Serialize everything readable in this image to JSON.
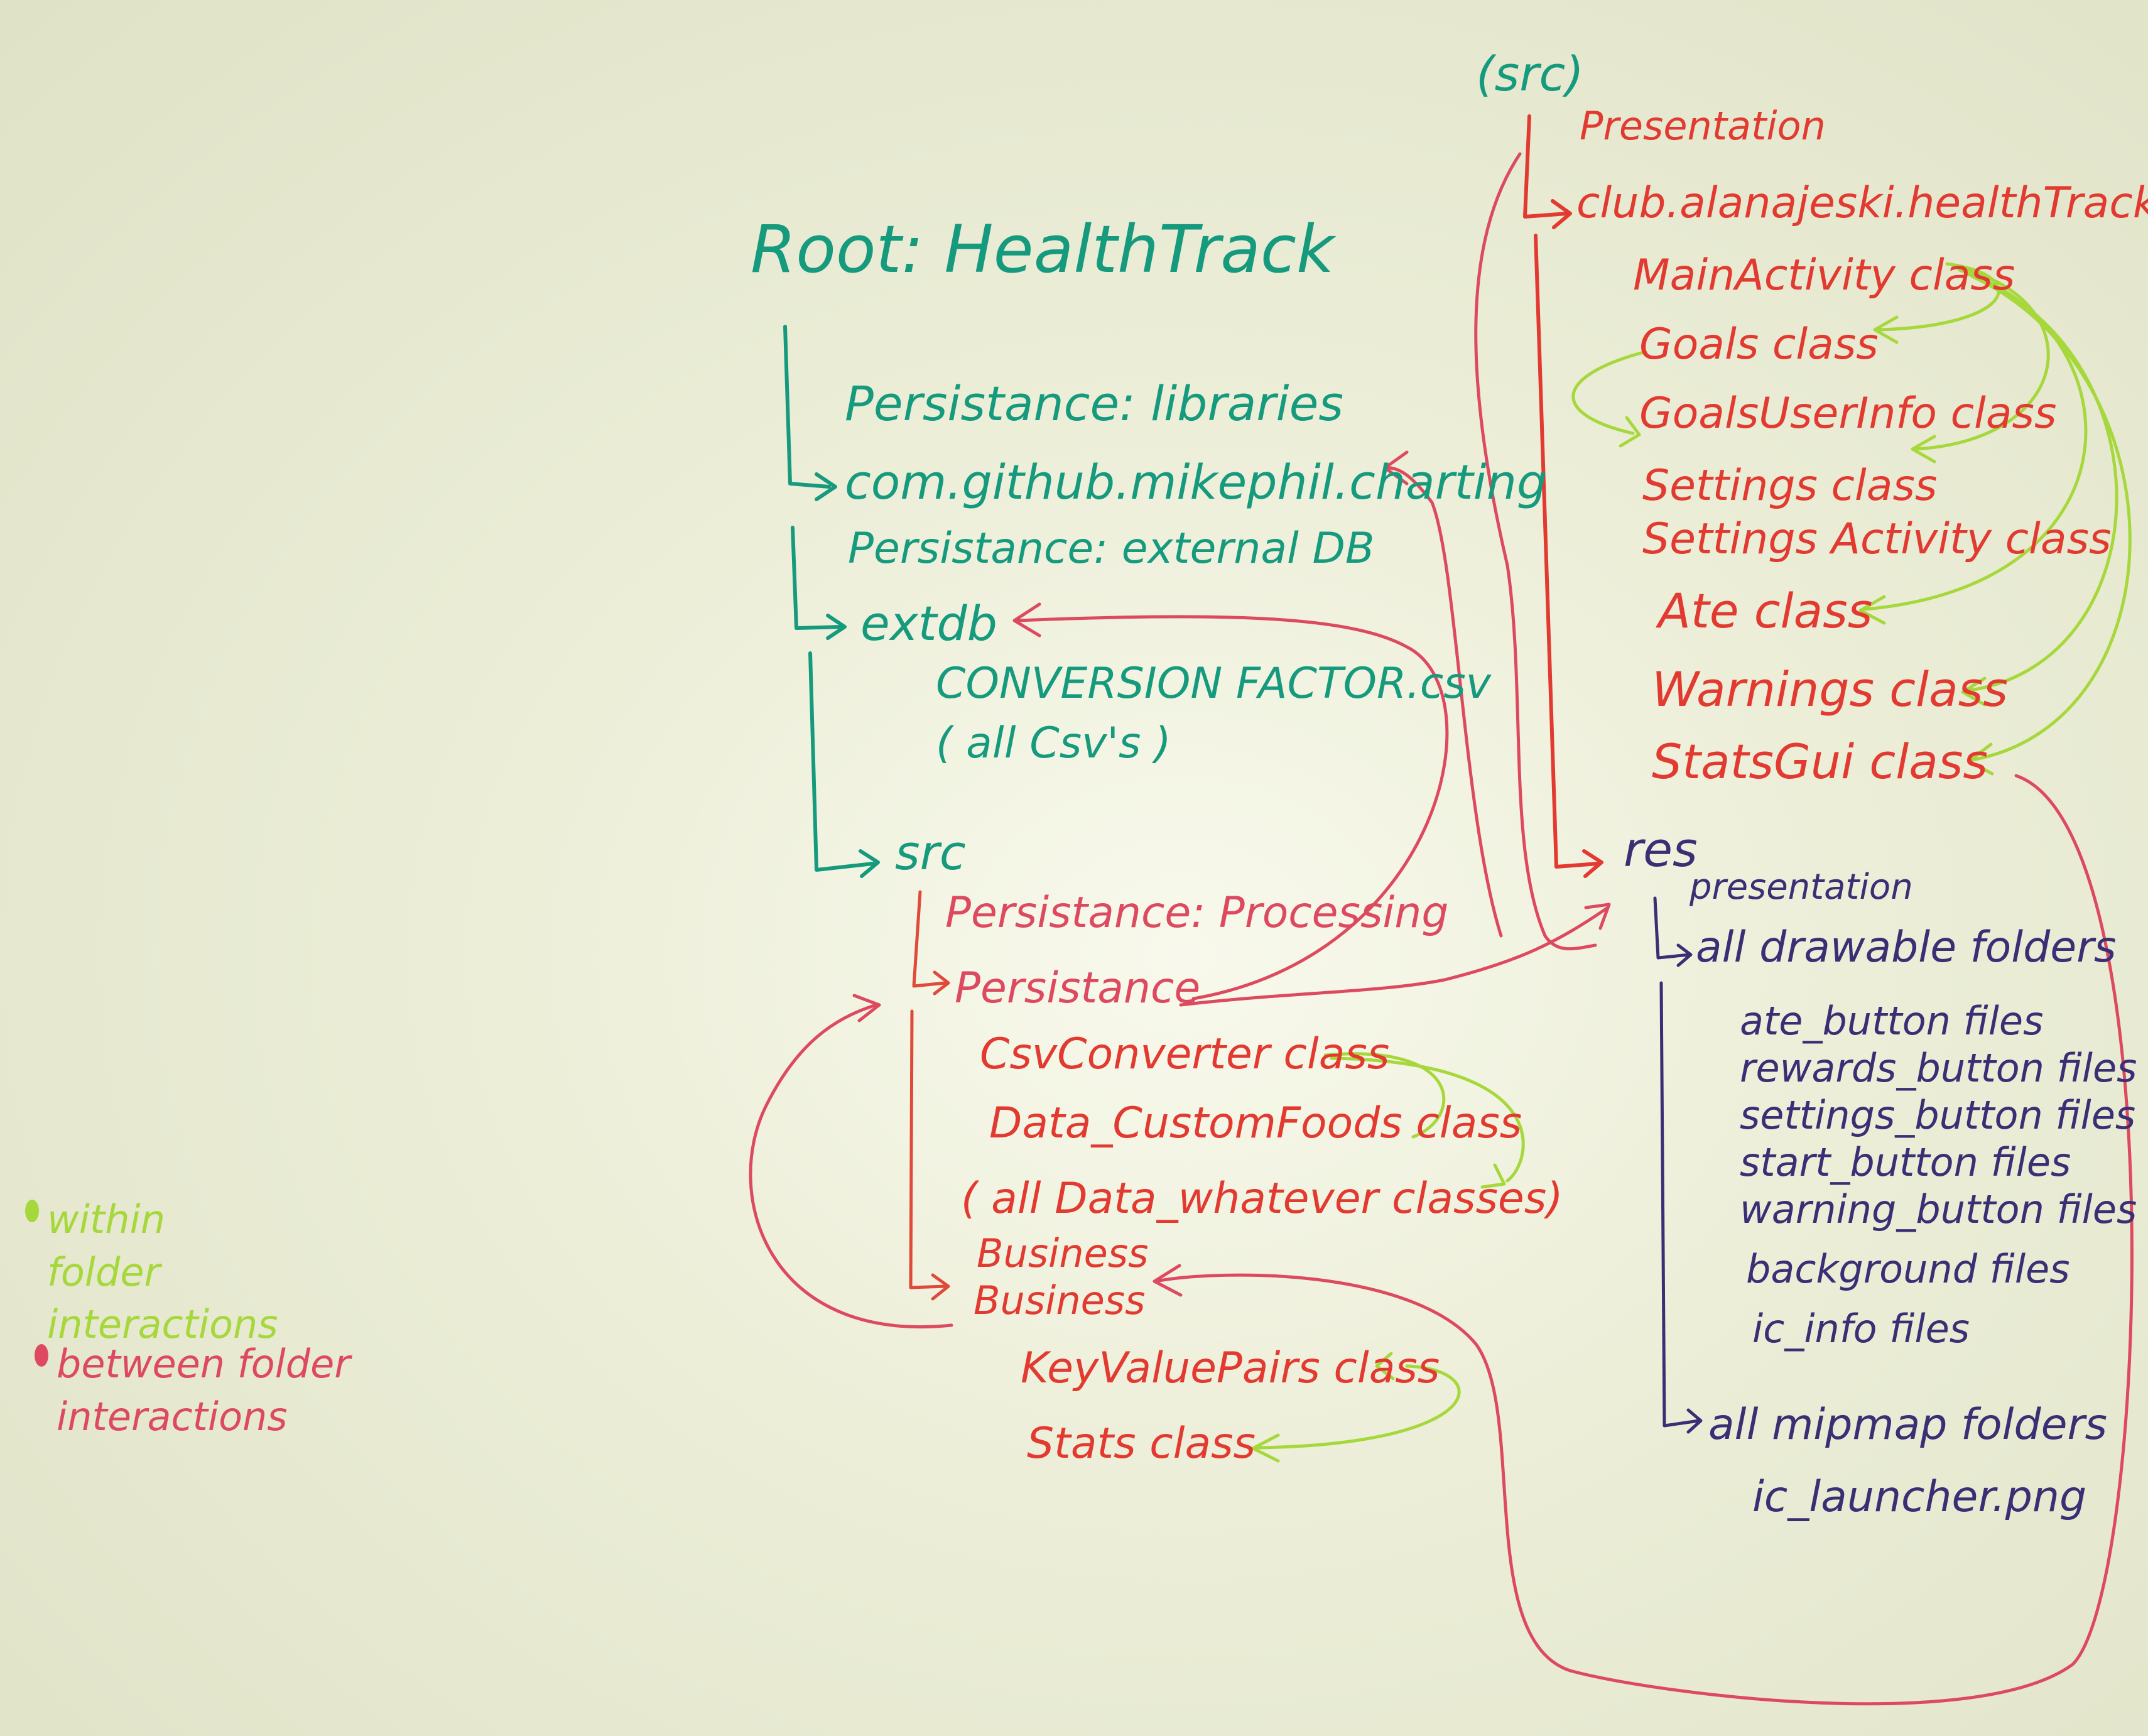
{
  "colors": {
    "teal": "#169a7e",
    "red": "#e23a30",
    "pink": "#dd4a60",
    "navy": "#3a2f74",
    "lime": "#a6d83c"
  },
  "left_tree": {
    "root": "Root: HealthTrack",
    "persistence_libraries": "Persistance: libraries",
    "charting_package": "com.github.mikephil.charting",
    "persistence_external": "Persistance: external DB",
    "extdb": "extdb",
    "csv_file": "CONVERSION FACTOR.csv",
    "csv_note": "( all Csv's )",
    "src": "src",
    "persistence_processing": "Persistance: Processing",
    "persistence_package": "Persistance",
    "classes": [
      "CsvConverter class",
      "Data_CustomFoods class",
      "( all Data_whatever classes)"
    ],
    "business_label": "Business",
    "business_package": "Business",
    "business_classes": [
      "KeyValuePairs class",
      "Stats class"
    ]
  },
  "right_tree": {
    "src": "(src)",
    "presentation_label": "Presentation",
    "presentation_package": "club.alanajeski.healthTrack",
    "classes": [
      "MainActivity class",
      "Goals class",
      "GoalsUserInfo class",
      "Settings class",
      "Settings Activity class",
      "Ate class",
      "Warnings class",
      "StatsGui class"
    ],
    "res": "res",
    "res_presentation": "presentation",
    "drawable": "all drawable folders",
    "drawable_files": [
      "ate_button files",
      "rewards_button files",
      "settings_button files",
      "start_button files",
      "warning_button files",
      "background files",
      "ic_info files"
    ],
    "mipmap": "all mipmap folders",
    "mipmap_file": "ic_launcher.png"
  },
  "legend": {
    "within": "within folder interactions",
    "between": "between folder interactions"
  }
}
